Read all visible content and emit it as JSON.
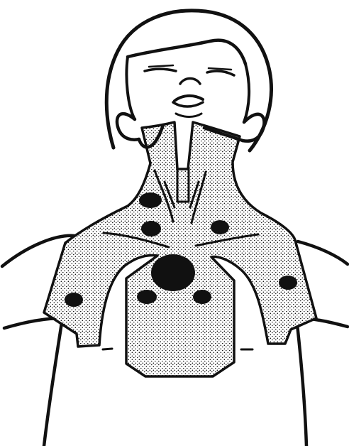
{
  "illustration": {
    "subject": "child-head-neck-chest-radiation-field",
    "colors": {
      "ink": "#111111",
      "paper": "#ffffff",
      "stipple": "#000000"
    },
    "shaded_regions": [
      "neck-field",
      "mantle-field",
      "sternum-block",
      "left-arm-field",
      "right-arm-field"
    ],
    "node_marks": [
      "left-cervical-node",
      "left-supraclavicular-node",
      "right-supraclavicular-node",
      "mediastinal-mass",
      "left-hilar-node",
      "right-hilar-node",
      "left-axillary-node",
      "right-axillary-node"
    ]
  }
}
